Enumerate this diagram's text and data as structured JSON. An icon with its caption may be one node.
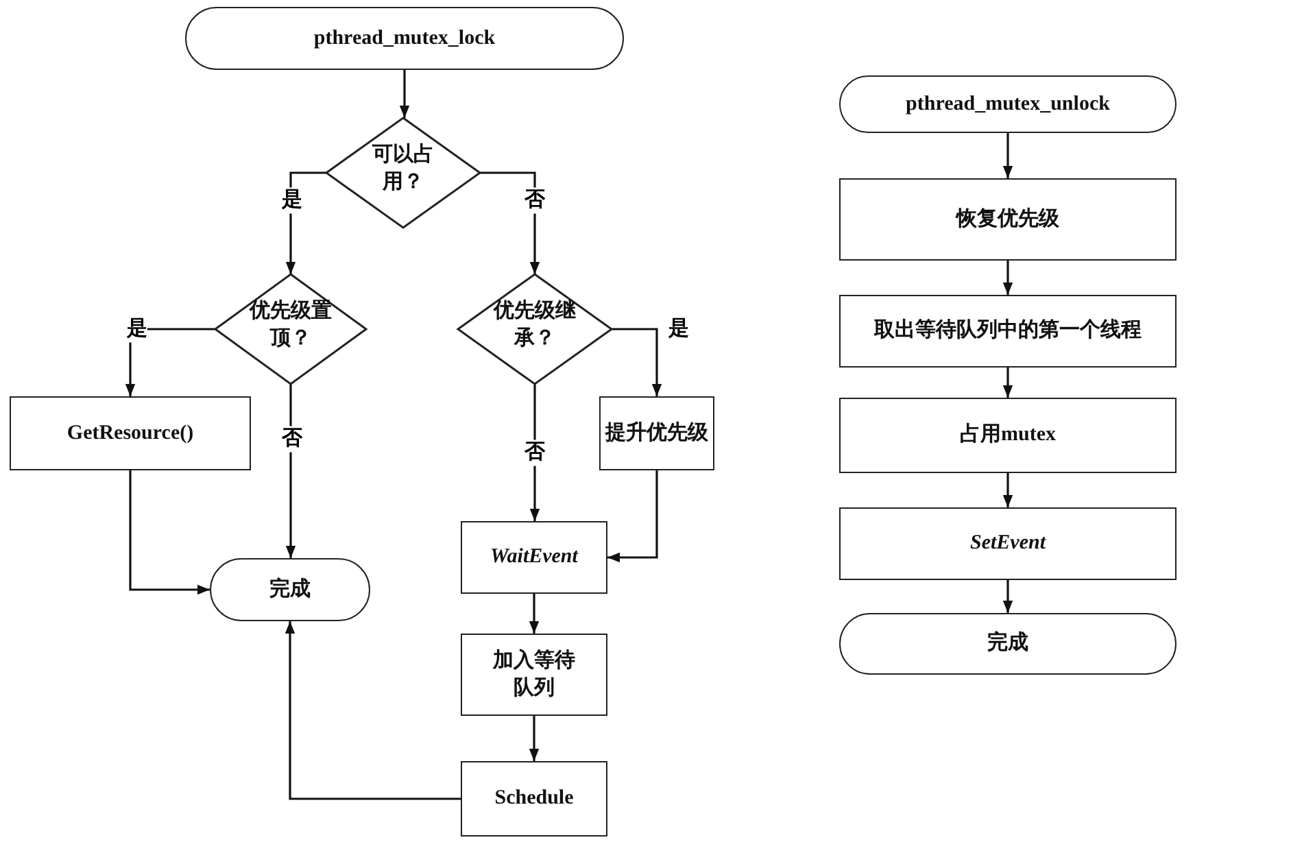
{
  "diagram": {
    "nodes": [
      {
        "text": [
          "pthread_mutex_lock"
        ]
      },
      {
        "text": [
          "可以占用？"
        ]
      },
      {
        "text": [
          "优先级置顶？"
        ]
      },
      {
        "text": [
          "优先级继承？"
        ]
      },
      {
        "text": [
          "GetResource()"
        ]
      },
      {
        "text": [
          "提升优先级"
        ]
      },
      {
        "text": [
          "完成"
        ]
      },
      {
        "text": [
          "WaitEvent"
        ]
      },
      {
        "text": [
          "加入等待队列"
        ]
      },
      {
        "text": [
          "Schedule"
        ]
      },
      {
        "text": [
          "pthread_mutex_unlock"
        ]
      },
      {
        "text": [
          "恢复优先级"
        ]
      },
      {
        "text": [
          "取出等待队列中的第一个线程"
        ]
      },
      {
        "text": [
          "占用mutex"
        ]
      },
      {
        "text": [
          "SetEvent"
        ]
      },
      {
        "text": [
          "完成"
        ]
      }
    ],
    "edges": [
      {
        "from": 0,
        "to": 1,
        "arrow": "to"
      },
      {
        "from": 1,
        "to": 2,
        "arrow": "to",
        "label": "是"
      },
      {
        "from": 1,
        "to": 3,
        "arrow": "to",
        "label": "否"
      },
      {
        "from": 2,
        "to": 4,
        "arrow": "to",
        "label": "是"
      },
      {
        "from": 2,
        "to": 6,
        "arrow": "to",
        "label": "否"
      },
      {
        "from": 3,
        "to": 7,
        "arrow": "to",
        "label": "否"
      },
      {
        "from": 3,
        "to": 5,
        "arrow": "to",
        "label": "是"
      },
      {
        "from": 4,
        "to": 6,
        "arrow": "to"
      },
      {
        "from": 5,
        "to": 7,
        "arrow": "to"
      },
      {
        "from": 7,
        "to": 8,
        "arrow": "to"
      },
      {
        "from": 8,
        "to": 9,
        "arrow": "to"
      },
      {
        "from": 9,
        "to": 6,
        "arrow": "to"
      },
      {
        "from": 10,
        "to": 11,
        "arrow": "to"
      },
      {
        "from": 11,
        "to": 12,
        "arrow": "to"
      },
      {
        "from": 12,
        "to": 13,
        "arrow": "to"
      },
      {
        "from": 13,
        "to": 14,
        "arrow": "to"
      },
      {
        "from": 14,
        "to": 15,
        "arrow": "to"
      }
    ]
  }
}
